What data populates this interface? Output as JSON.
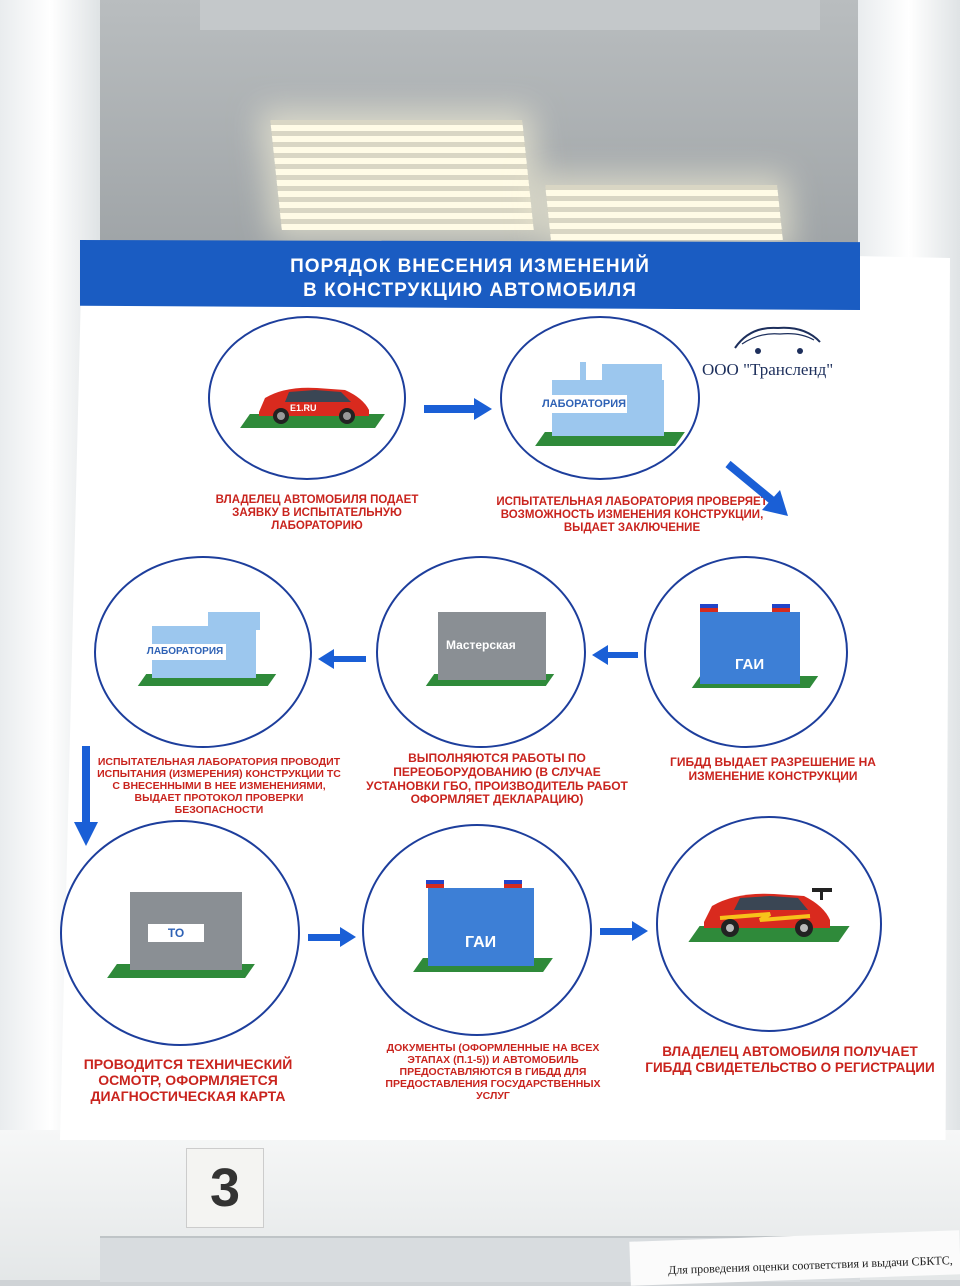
{
  "poster": {
    "title_line1": "ПОРЯДОК ВНЕСЕНИЯ ИЗМЕНЕНИЙ",
    "title_line2": "В КОНСТРУКЦИЮ АВТОМОБИЛЯ",
    "company": "ООО \"Трансленд\""
  },
  "steps": {
    "s1": "Владелец автомобиля подает заявку в испытательную лабораторию",
    "s2": "Испытательная лаборатория проверяет возможность изменения конструкции, выдает заключение",
    "s3": "ГИБДД выдает разрешение на изменение конструкции",
    "s4": "Выполняются работы по переоборудованию (в случае установки ГБО, производитель работ оформляет декларацию)",
    "s5": "Испытательная лаборатория проводит испытания (измерения) конструкции ТС с внесенными в нее изменениями, выдает протокол проверки безопасности",
    "s6": "Проводится технический осмотр, оформляется диагностическая карта",
    "s7": "Документы (оформленные на всех этапах (п.1-5)) и автомобиль предоставляются в ГИБДД для предоставления государственных услуг",
    "s8": "Владелец автомобиля получает ГИБДД свидетельство о регистрации"
  },
  "signs": {
    "lab": "ЛАБОРАТОРИЯ",
    "workshop": "Мастерская",
    "gai": "ГАИ",
    "to": "ТО",
    "car_plate": "E1.RU"
  },
  "window_number": "3",
  "bottom_note": "Для проведения оценки соответствия и выдачи СБКТС,",
  "colors": {
    "banner": "#1a5cc2",
    "caption_red": "#c9241e",
    "circle_border": "#1d3e9c",
    "arrow_blue": "#1a5fd6"
  },
  "icons": [
    "car-icon",
    "laboratory-building-icon",
    "gai-building-icon",
    "workshop-building-icon",
    "to-building-icon",
    "tuned-car-icon",
    "company-logo-car-icon"
  ]
}
